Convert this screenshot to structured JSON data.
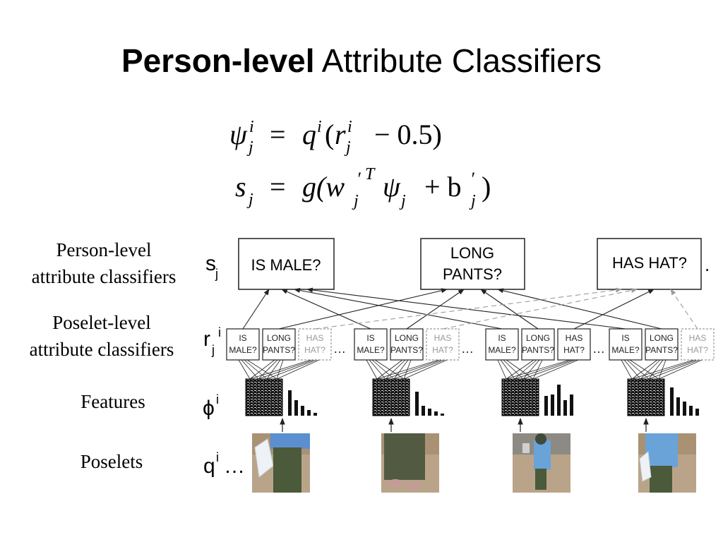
{
  "slide": {
    "title_bold": "Person-level",
    "title_rest": "Attribute Classifiers",
    "equations": {
      "eq1": {
        "lhs": "ψ",
        "lhs_sup": "i",
        "lhs_sub": "j",
        "eq": "=",
        "q": "q",
        "q_sup": "i",
        "open": "(",
        "r": "r",
        "r_sup": "i",
        "r_sub": "j",
        "rest": "− 0.5)"
      },
      "eq2": {
        "lhs": "s",
        "lhs_sub": "j",
        "eq": "=",
        "g": "g(w",
        "w_prime": "′",
        "w_sup": "T",
        "w_sub": "j",
        "psi": "ψ",
        "psi_sub": "j",
        "plus": "+ b",
        "b_prime": "′",
        "b_sub": "j",
        "close": ")"
      }
    }
  },
  "diagram": {
    "row_labels": [
      {
        "line1": "Person-level",
        "line2": "attribute classifiers"
      },
      {
        "line1": "Poselet-level",
        "line2": "attribute classifiers"
      },
      {
        "line1": "Features",
        "line2": ""
      },
      {
        "line1": "Poselets",
        "line2": ""
      }
    ],
    "symbols": {
      "s": "s",
      "s_sub": "j",
      "r": "r",
      "r_sub": "j",
      "r_sup": "i",
      "phi": "ϕ",
      "phi_sup": "i",
      "q": "q",
      "q_sup": "i",
      "q_dots": "…"
    },
    "person_classifiers": [
      {
        "line1": "IS MALE?",
        "line2": ""
      },
      {
        "line1": "LONG",
        "line2": "PANTS?"
      },
      {
        "line1": "HAS HAT?",
        "line2": ""
      }
    ],
    "person_trailing": ".",
    "poselet_groups": [
      {
        "boxes": [
          {
            "l1": "IS",
            "l2": "MALE?"
          },
          {
            "l1": "LONG",
            "l2": "PANTS?"
          },
          {
            "l1": "HAS",
            "l2": "HAT?"
          }
        ],
        "dots": "…"
      },
      {
        "boxes": [
          {
            "l1": "IS",
            "l2": "MALE?"
          },
          {
            "l1": "LONG",
            "l2": "PANTS?"
          },
          {
            "l1": "HAS",
            "l2": "HAT?"
          }
        ],
        "dots": "…"
      },
      {
        "boxes": [
          {
            "l1": "IS",
            "l2": "MALE?"
          },
          {
            "l1": "LONG",
            "l2": "PANTS?"
          },
          {
            "l1": "HAS",
            "l2": "HAT?"
          }
        ],
        "dots": "…"
      },
      {
        "boxes": [
          {
            "l1": "IS",
            "l2": "MALE?"
          },
          {
            "l1": "LONG",
            "l2": "PANTS?"
          },
          {
            "l1": "HAS",
            "l2": "HAT?"
          }
        ],
        "dots": ""
      }
    ],
    "colors": {
      "line": "#222222",
      "dashed": "#9a9a9a",
      "faded_text": "#9a9a9a"
    }
  }
}
